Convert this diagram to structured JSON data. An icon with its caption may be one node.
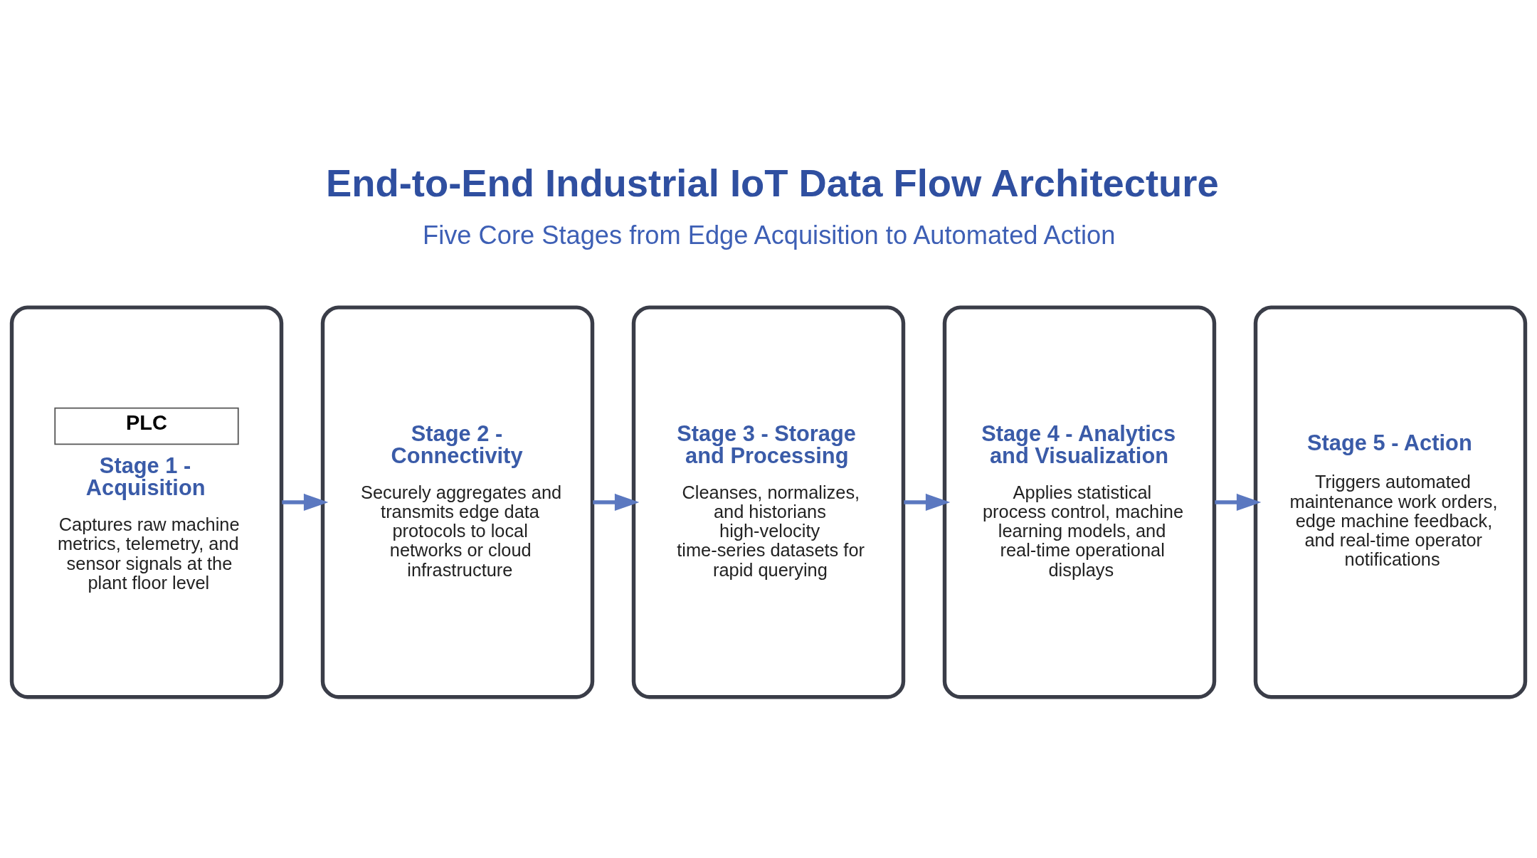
{
  "diagram": {
    "title": "End-to-End Industrial IoT Data Flow Architecture",
    "nodes": [
      {
        "text": [
          "PLC",
          "Stage 1 - Acquisition",
          "Captures raw machine metrics, telemetry, and sensor signals at the plant floor level"
        ]
      },
      {
        "text": [
          "Stage 2 - Connectivity",
          "Securely aggregates and transmits edge data protocols to local networks or cloud infrastructure"
        ]
      },
      {
        "text": [
          "Stage 3 - Storage and Processing",
          "Cleanses, normalizes, and historians high-velocity time-series datasets for rapid querying"
        ]
      },
      {
        "text": [
          "Stage 4 - Analytics and Visualization",
          "Applies statistical process control, machine learning models, and real-time operational displays"
        ]
      },
      {
        "text": [
          "Stage 5 - Action",
          "Triggers automated maintenance work orders, edge machine feedback, and real-time operator notifications"
        ]
      }
    ],
    "edges": [
      {
        "from": 0,
        "to": 1,
        "arrow": "to"
      },
      {
        "from": 1,
        "to": 2,
        "arrow": "to"
      },
      {
        "from": 2,
        "to": 3,
        "arrow": "to"
      },
      {
        "from": 3,
        "to": 4,
        "arrow": "to"
      }
    ],
    "labels": [
      "Five Core Stages from Edge Acquisition to Automated Action"
    ]
  }
}
